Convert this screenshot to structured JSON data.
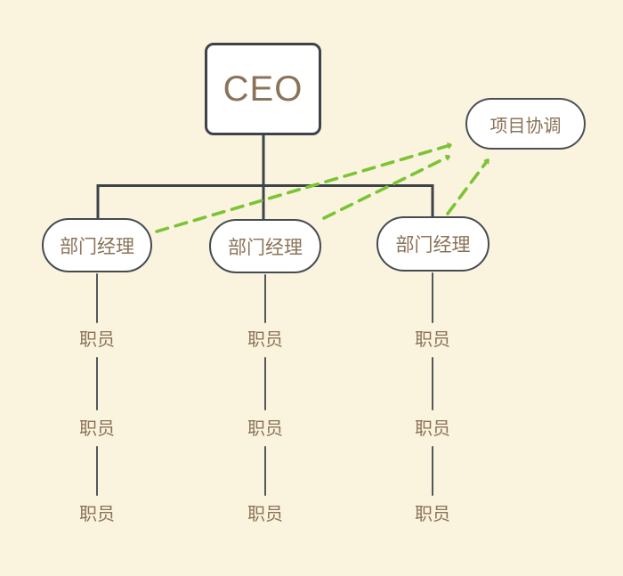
{
  "colors": {
    "background": "#faf4df",
    "node_fill": "#ffffff",
    "node_border_dark": "#3e434a",
    "node_border_gray": "#4a4f55",
    "text_brown": "#8b7357",
    "hierarchy_line": "#3e434a",
    "stem_line": "#54575c",
    "coordination_arrow_green": "#7cc335"
  },
  "nodes": {
    "ceo": {
      "label": "CEO"
    },
    "managers": [
      {
        "label": "部门经理"
      },
      {
        "label": "部门经理"
      },
      {
        "label": "部门经理"
      }
    ],
    "project_coordination": {
      "label": "项目协调"
    },
    "staff": [
      {
        "label": "职员"
      },
      {
        "label": "职员"
      },
      {
        "label": "职员"
      },
      {
        "label": "职员"
      },
      {
        "label": "职员"
      },
      {
        "label": "职员"
      },
      {
        "label": "职员"
      },
      {
        "label": "职员"
      },
      {
        "label": "职员"
      }
    ]
  },
  "edges": {
    "hierarchy": [
      {
        "from": "CEO",
        "to": "部门经理#1",
        "style": "solid"
      },
      {
        "from": "CEO",
        "to": "部门经理#2",
        "style": "solid"
      },
      {
        "from": "CEO",
        "to": "部门经理#3",
        "style": "solid"
      },
      {
        "from": "部门经理#1",
        "to": "职员#1",
        "style": "solid"
      },
      {
        "from": "职员#1",
        "to": "职员#4",
        "style": "solid"
      },
      {
        "from": "职员#4",
        "to": "职员#7",
        "style": "solid"
      },
      {
        "from": "部门经理#2",
        "to": "职员#2",
        "style": "solid"
      },
      {
        "from": "职员#2",
        "to": "职员#5",
        "style": "solid"
      },
      {
        "from": "职员#5",
        "to": "职员#8",
        "style": "solid"
      },
      {
        "from": "部门经理#3",
        "to": "职员#3",
        "style": "solid"
      },
      {
        "from": "职员#3",
        "to": "职员#6",
        "style": "solid"
      },
      {
        "from": "职员#6",
        "to": "职员#9",
        "style": "solid"
      }
    ],
    "coordination": [
      {
        "from": "部门经理#1",
        "to": "项目协调",
        "style": "dashed-green-arrow"
      },
      {
        "from": "部门经理#2",
        "to": "项目协调",
        "style": "dashed-green-arrow"
      },
      {
        "from": "部门经理#3",
        "to": "项目协调",
        "style": "dashed-green-arrow"
      }
    ]
  }
}
